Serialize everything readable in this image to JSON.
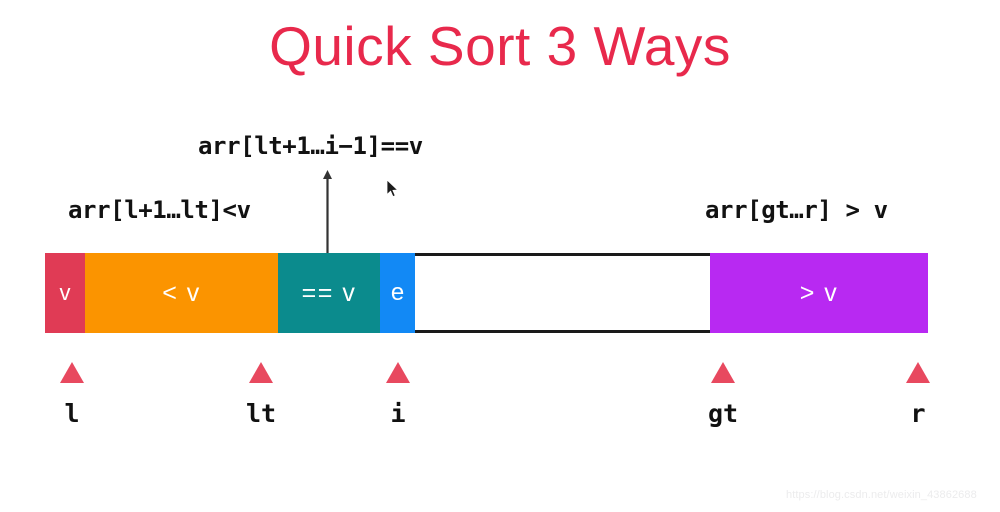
{
  "title": "Quick Sort 3 Ways",
  "colors": {
    "title": "#e8294c",
    "pivot": "#e03b55",
    "less_than": "#fb9400",
    "equal": "#0b8b8d",
    "current": "#1289f5",
    "unprocessed": "#ffffff",
    "greater_than": "#b829f2",
    "marker": "#e8495f",
    "text": "#121212"
  },
  "annotations": {
    "left": "arr[l+1…lt]<v",
    "middle": "arr[lt+1…i−1]==v",
    "right": "arr[gt…r] > v"
  },
  "bar": {
    "segments": [
      {
        "key": "pivot",
        "label": "v"
      },
      {
        "key": "less_than",
        "label": "< v"
      },
      {
        "key": "equal",
        "label": "== v"
      },
      {
        "key": "current",
        "label": "e"
      },
      {
        "key": "unprocessed",
        "label": ""
      },
      {
        "key": "greater_than",
        "label": "> v"
      }
    ]
  },
  "markers": [
    {
      "label": "l"
    },
    {
      "label": "lt"
    },
    {
      "label": "i"
    },
    {
      "label": "gt"
    },
    {
      "label": "r"
    }
  ],
  "watermark": "https://blog.csdn.net/weixin_43862688"
}
